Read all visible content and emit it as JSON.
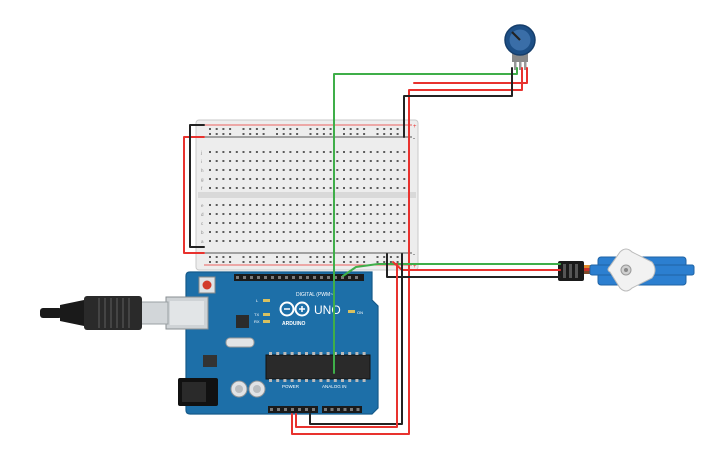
{
  "canvas": {
    "background": "#ffffff"
  },
  "colors": {
    "wire_red": "#e8322e",
    "wire_black": "#222222",
    "wire_green": "#3fae49",
    "board_blue": "#1d6fa8",
    "board_dark": "#155a8a",
    "breadboard": "#eeeeee",
    "servo_blue": "#2c7fd0",
    "pot_blue": "#3a6ea8"
  },
  "arduino": {
    "model_label": "UNO",
    "brand_label": "ARDUINO",
    "digital_label": "DIGITAL (PWM~)",
    "power_label": "POWER",
    "analog_label": "ANALOG IN",
    "on_label": "ON",
    "tx_label": "TX",
    "rx_label": "RX",
    "l_label": "L"
  },
  "breadboard": {
    "row_letters_top": [
      "j",
      "i",
      "h",
      "g",
      "f"
    ],
    "row_letters_bottom": [
      "e",
      "d",
      "c",
      "b",
      "a"
    ],
    "plus_label": "+",
    "minus_label": "-"
  },
  "components": {
    "potentiometer": "potentiometer-icon",
    "servo": "servo-motor-icon",
    "usb": "usb-plug-icon"
  }
}
